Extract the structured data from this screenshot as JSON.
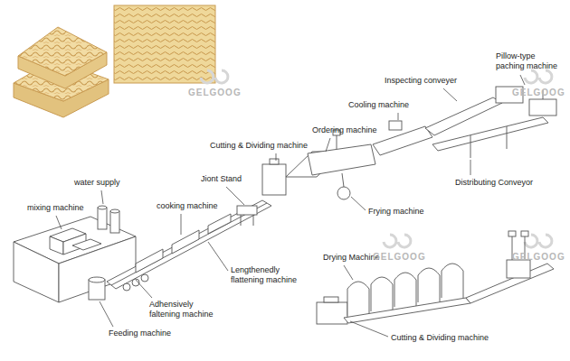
{
  "diagram": {
    "labels": [
      "Pillow-type paching machine",
      "Inspecting conveyer",
      "Cooling machine",
      "Ordering machine",
      "Cutting & Dividing machine",
      "Jiont Stand",
      "water supply",
      "Distributing Conveyor",
      "cooking machine",
      "mixing machine",
      "Frying machine",
      "Drying Machine",
      "Lengthenedly flattening machine",
      "Adhensively faltening machine",
      "Feeding machine",
      "Cutting & Dividing machine",
      "GELGOOG",
      "GELGOOG",
      "GELGOOG",
      "GELGOOG"
    ]
  }
}
